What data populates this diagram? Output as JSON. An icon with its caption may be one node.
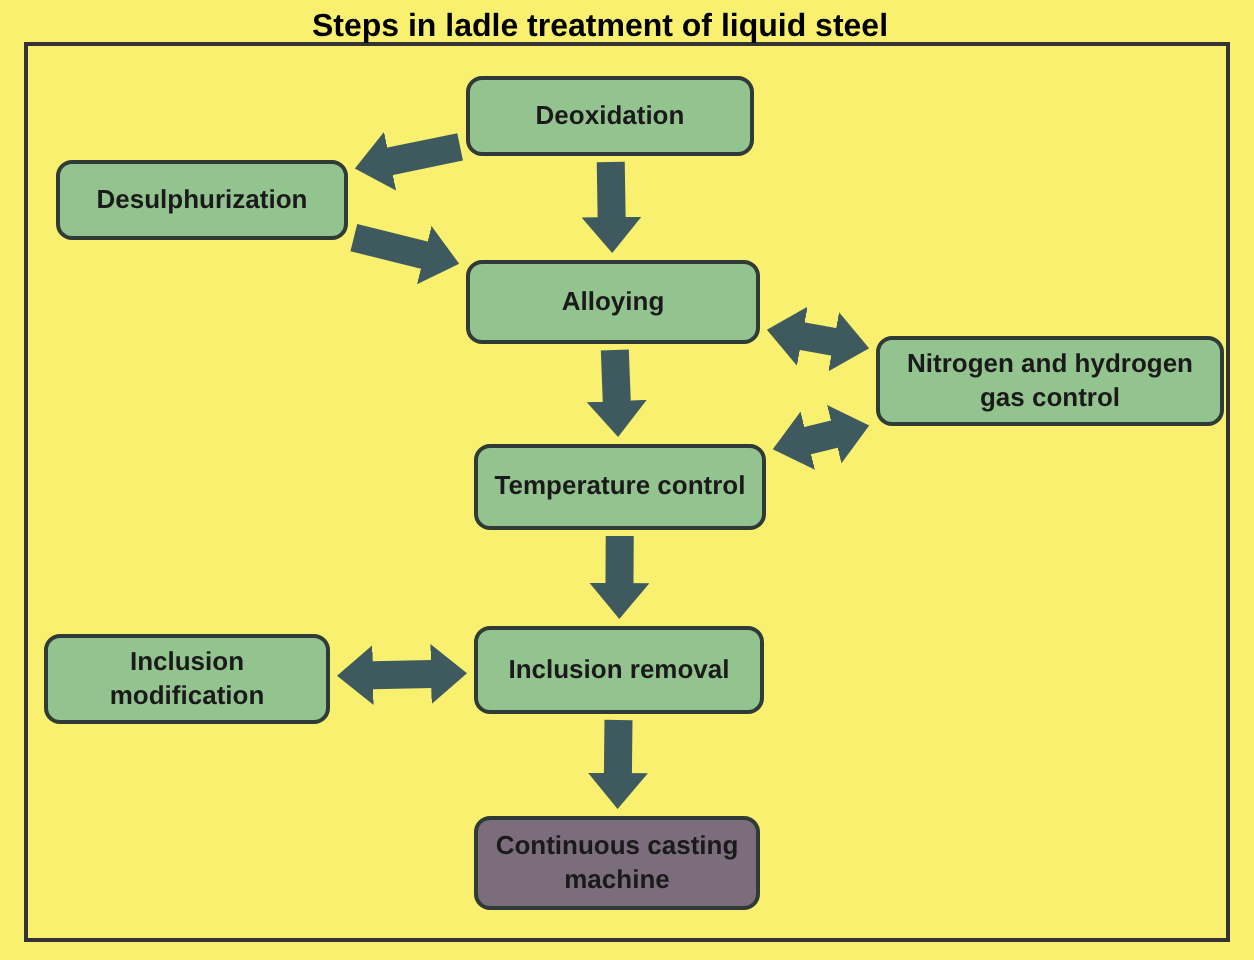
{
  "diagram": {
    "title": "Steps in ladle treatment of liquid steel",
    "nodes": [
      {
        "text": [
          "Deoxidation"
        ]
      },
      {
        "text": [
          "Desulphurization"
        ]
      },
      {
        "text": [
          "Alloying"
        ]
      },
      {
        "text": [
          "Nitrogen and hydrogen gas control"
        ]
      },
      {
        "text": [
          "Temperature control"
        ]
      },
      {
        "text": [
          "Inclusion modification"
        ]
      },
      {
        "text": [
          "Inclusion removal"
        ]
      },
      {
        "text": [
          "Continuous casting machine"
        ]
      }
    ],
    "edges": [
      {
        "from": 0,
        "to": 1,
        "arrow": "to"
      },
      {
        "from": 0,
        "to": 2,
        "arrow": "to"
      },
      {
        "from": 1,
        "to": 2,
        "arrow": "to"
      },
      {
        "from": 2,
        "to": 3,
        "arrow": "both"
      },
      {
        "from": 3,
        "to": 4,
        "arrow": "both"
      },
      {
        "from": 2,
        "to": 4,
        "arrow": "to"
      },
      {
        "from": 4,
        "to": 6,
        "arrow": "to"
      },
      {
        "from": 5,
        "to": 6,
        "arrow": "both"
      },
      {
        "from": 6,
        "to": 7,
        "arrow": "to"
      }
    ]
  }
}
